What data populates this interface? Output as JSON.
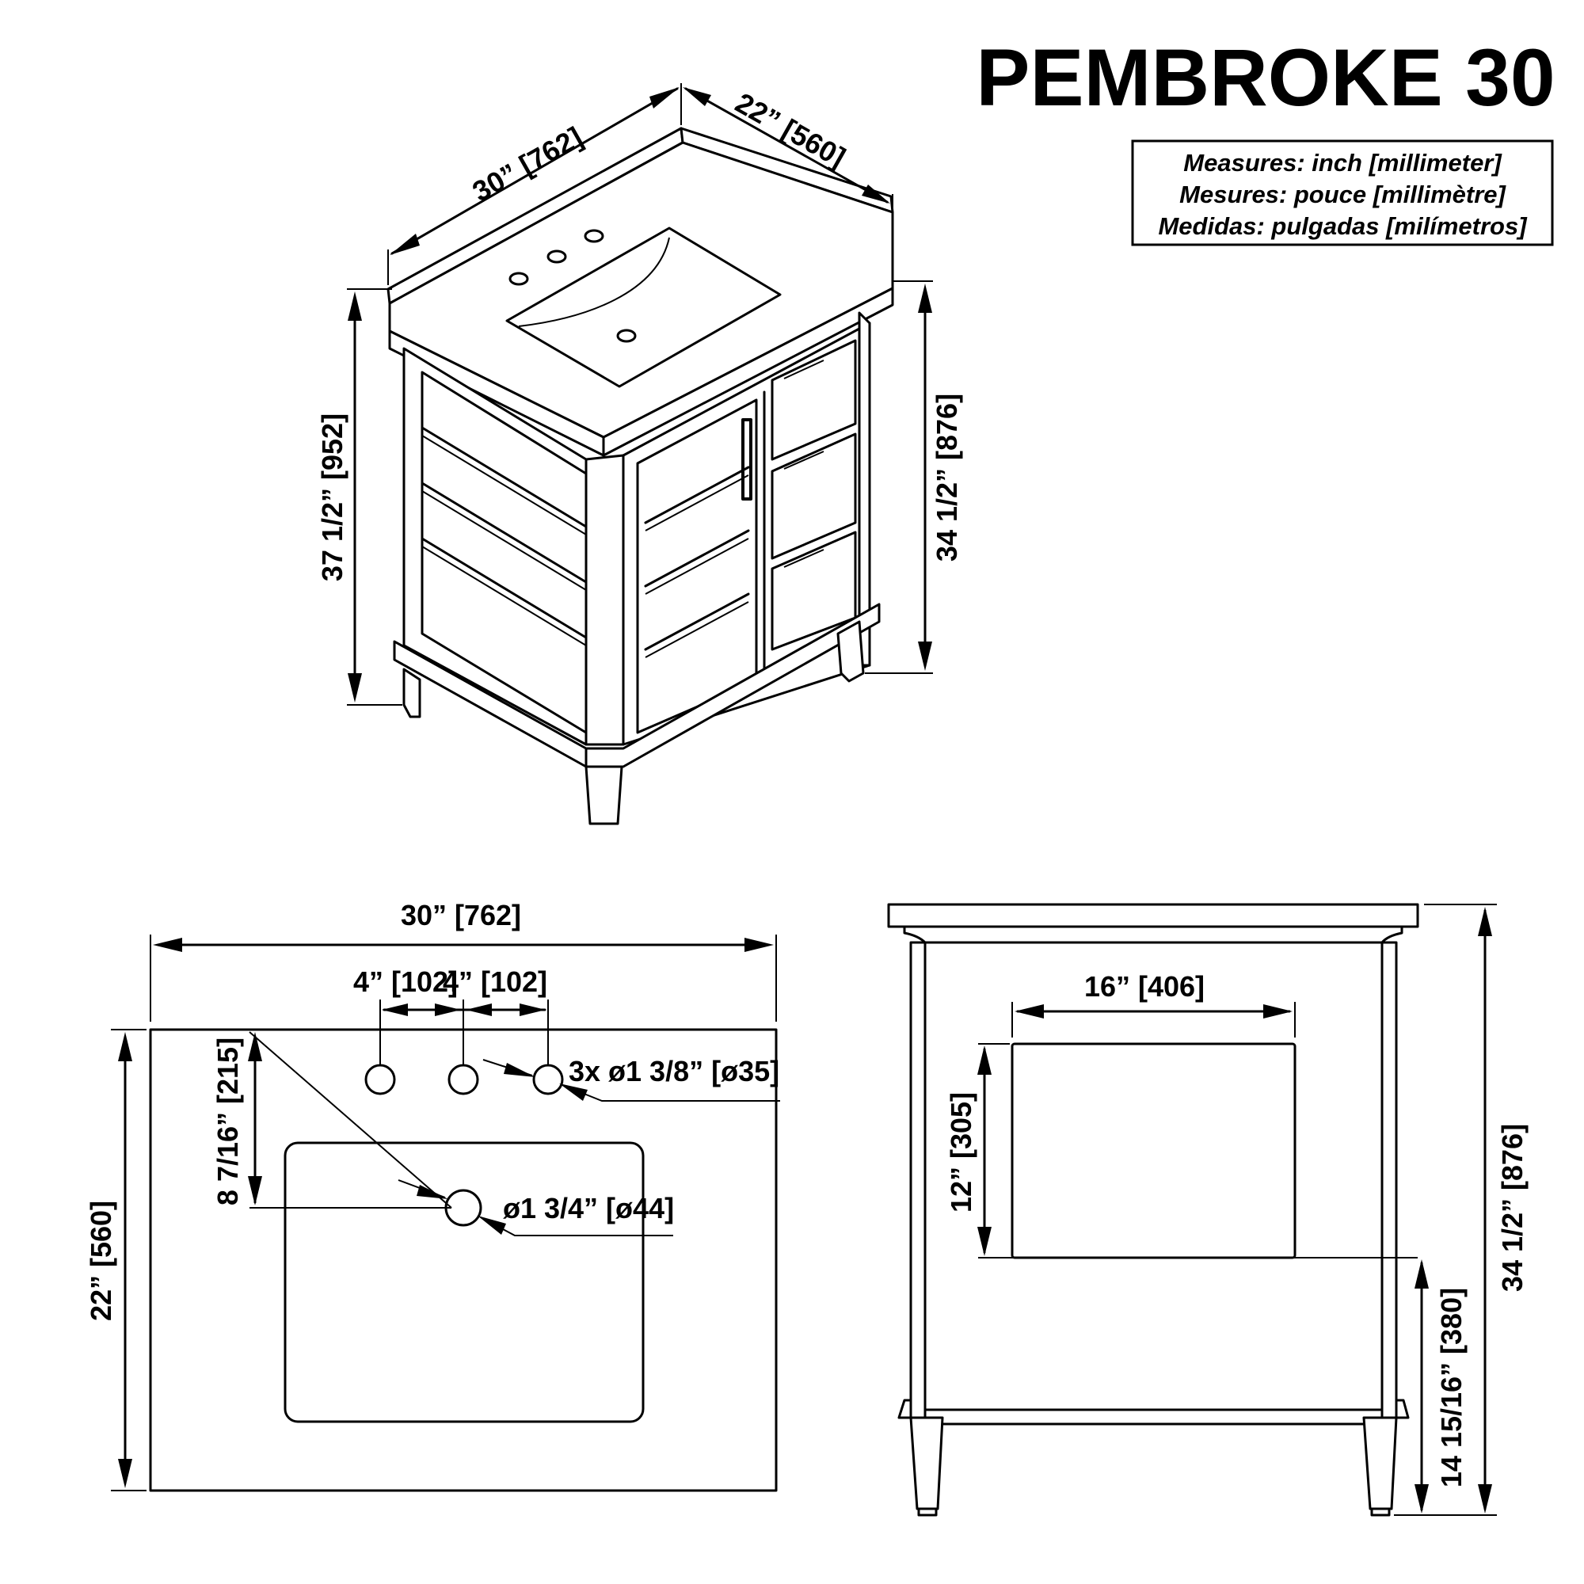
{
  "title": "PEMBROKE 30",
  "legend": {
    "line1": "Measures: inch [millimeter]",
    "line2": "Mesures: pouce [millimètre]",
    "line3": "Medidas: pulgadas [milímetros]"
  },
  "iso": {
    "width": "30” [762]",
    "depth": "22” [560]",
    "overall_height": "37 1/2” [952]",
    "counter_height": "34 1/2” [876]"
  },
  "top": {
    "width": "30” [762]",
    "spacing_left": "4” [102]",
    "spacing_right": "4” [102]",
    "faucet_holes": "3x ø1 3/8” [ø35]",
    "drain": "ø1 3/4” [ø44]",
    "drain_distance": "8 7/16” [215]",
    "depth": "22” [560]"
  },
  "side": {
    "panel_width": "16” [406]",
    "panel_height": "12” [305]",
    "floor_to_panel": "14 15/16” [380]",
    "height": "34 1/2” [876]"
  }
}
